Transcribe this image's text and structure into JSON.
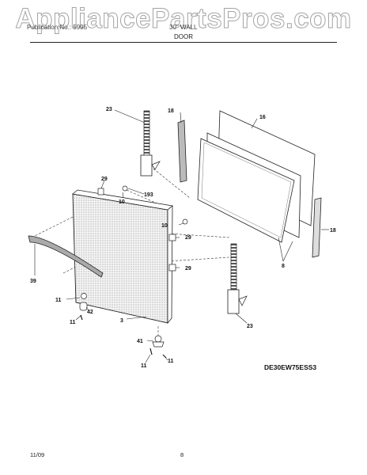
{
  "watermark": "AppliancePartsPros.com",
  "header": {
    "left_text": "Publication No.: 5995",
    "right_text": "30\" WALL",
    "title": "DOOR"
  },
  "model_number": "DE30EW75ESS3",
  "footer": {
    "date": "11/09",
    "page": "8"
  },
  "callouts": {
    "c23_top": "23",
    "c18_top": "18",
    "c16": "16",
    "c29_top": "29",
    "c193": "193",
    "c10_top": "10",
    "c10_mid": "10",
    "c29_mid": "29",
    "c18_right": "18",
    "c8": "8",
    "c39": "39",
    "c29_low": "29",
    "c11_left": "11",
    "c42": "42",
    "c11_left2": "11",
    "c3": "3",
    "c23_bottom": "23",
    "c41": "41",
    "c11_bottom": "11",
    "c11_bottom2": "11"
  }
}
